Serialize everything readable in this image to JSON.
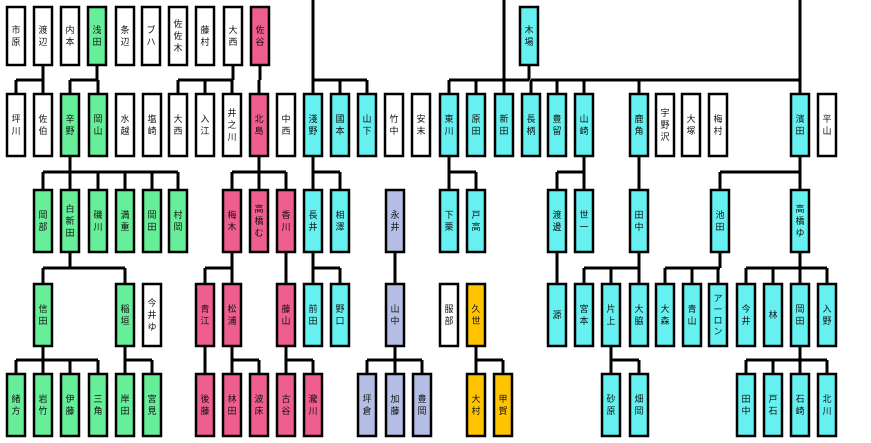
{
  "colors": {
    "white": "#ffffff",
    "green": "#66ee99",
    "pink": "#ee5e8e",
    "cyan": "#66f0f0",
    "lavender": "#b4bee4",
    "orange": "#ffc400",
    "line": "#000000"
  },
  "nodes": [
    {
      "id": "r0_0",
      "label": "市原",
      "color": "white"
    },
    {
      "id": "r0_1",
      "label": "渡辺",
      "color": "white"
    },
    {
      "id": "r0_2",
      "label": "内本",
      "color": "white"
    },
    {
      "id": "r0_3",
      "label": "浅田",
      "color": "green"
    },
    {
      "id": "r0_4",
      "label": "条辺",
      "color": "white"
    },
    {
      "id": "r0_5",
      "label": "ブハ",
      "color": "white"
    },
    {
      "id": "r0_6",
      "label": "佐佐木",
      "color": "white"
    },
    {
      "id": "r0_7",
      "label": "藤村",
      "color": "white"
    },
    {
      "id": "r0_8",
      "label": "大西",
      "color": "white"
    },
    {
      "id": "r0_9",
      "label": "佐谷",
      "color": "pink"
    },
    {
      "id": "r0_10",
      "label": "木場",
      "color": "cyan"
    },
    {
      "id": "r1_0",
      "label": "坪川",
      "color": "white"
    },
    {
      "id": "r1_1",
      "label": "佐伯",
      "color": "white"
    },
    {
      "id": "r1_2",
      "label": "辛野",
      "color": "green"
    },
    {
      "id": "r1_3",
      "label": "岡山",
      "color": "green"
    },
    {
      "id": "r1_4",
      "label": "水越",
      "color": "white"
    },
    {
      "id": "r1_5",
      "label": "塩崎",
      "color": "white"
    },
    {
      "id": "r1_6",
      "label": "大西",
      "color": "white"
    },
    {
      "id": "r1_7",
      "label": "入江",
      "color": "white"
    },
    {
      "id": "r1_8",
      "label": "井之川",
      "color": "white"
    },
    {
      "id": "r1_9",
      "label": "北島",
      "color": "pink"
    },
    {
      "id": "r1_10",
      "label": "中西",
      "color": "white"
    },
    {
      "id": "r1_11",
      "label": "淺野",
      "color": "cyan"
    },
    {
      "id": "r1_12",
      "label": "國本",
      "color": "cyan"
    },
    {
      "id": "r1_13",
      "label": "山下",
      "color": "cyan"
    },
    {
      "id": "r1_14",
      "label": "竹中",
      "color": "white"
    },
    {
      "id": "r1_15",
      "label": "安末",
      "color": "white"
    },
    {
      "id": "r1_16",
      "label": "東川",
      "color": "cyan"
    },
    {
      "id": "r1_17",
      "label": "原田",
      "color": "cyan"
    },
    {
      "id": "r1_18",
      "label": "新田",
      "color": "cyan"
    },
    {
      "id": "r1_19",
      "label": "長柄",
      "color": "cyan"
    },
    {
      "id": "r1_20",
      "label": "豊留",
      "color": "cyan"
    },
    {
      "id": "r1_21",
      "label": "山崎",
      "color": "cyan"
    },
    {
      "id": "r1_22",
      "label": "鹿角",
      "color": "cyan"
    },
    {
      "id": "r1_23",
      "label": "宇野沢",
      "color": "white"
    },
    {
      "id": "r1_24",
      "label": "大塚",
      "color": "white"
    },
    {
      "id": "r1_25",
      "label": "梅村",
      "color": "white"
    },
    {
      "id": "r1_26",
      "label": "濱田",
      "color": "cyan"
    },
    {
      "id": "r1_27",
      "label": "平山",
      "color": "white"
    },
    {
      "id": "r2_0",
      "label": "岡部",
      "color": "green"
    },
    {
      "id": "r2_1",
      "label": "白新田",
      "color": "green"
    },
    {
      "id": "r2_2",
      "label": "磯川",
      "color": "green"
    },
    {
      "id": "r2_3",
      "label": "満重",
      "color": "green"
    },
    {
      "id": "r2_4",
      "label": "岡田",
      "color": "green"
    },
    {
      "id": "r2_5",
      "label": "村岡",
      "color": "green"
    },
    {
      "id": "r2_6",
      "label": "梅木",
      "color": "pink"
    },
    {
      "id": "r2_7",
      "label": "高橋む",
      "color": "pink"
    },
    {
      "id": "r2_8",
      "label": "香川",
      "color": "pink"
    },
    {
      "id": "r2_9",
      "label": "長井",
      "color": "cyan"
    },
    {
      "id": "r2_10",
      "label": "相澤",
      "color": "cyan"
    },
    {
      "id": "r2_11",
      "label": "永井",
      "color": "lavender"
    },
    {
      "id": "r2_12",
      "label": "下栗",
      "color": "cyan"
    },
    {
      "id": "r2_13",
      "label": "戸高",
      "color": "cyan"
    },
    {
      "id": "r2_14",
      "label": "渡邊",
      "color": "cyan"
    },
    {
      "id": "r2_15",
      "label": "世一",
      "color": "cyan"
    },
    {
      "id": "r2_16",
      "label": "田中",
      "color": "cyan"
    },
    {
      "id": "r2_17",
      "label": "池田",
      "color": "cyan"
    },
    {
      "id": "r2_18",
      "label": "高橋ゆ",
      "color": "cyan"
    },
    {
      "id": "r3_0",
      "label": "信田",
      "color": "green"
    },
    {
      "id": "r3_1",
      "label": "稲垣",
      "color": "green"
    },
    {
      "id": "r3_2",
      "label": "今井ゆ",
      "color": "white"
    },
    {
      "id": "r3_3",
      "label": "青江",
      "color": "pink"
    },
    {
      "id": "r3_4",
      "label": "松浦",
      "color": "pink"
    },
    {
      "id": "r3_5",
      "label": "藤山",
      "color": "pink"
    },
    {
      "id": "r3_6",
      "label": "前田",
      "color": "cyan"
    },
    {
      "id": "r3_7",
      "label": "野口",
      "color": "cyan"
    },
    {
      "id": "r3_8",
      "label": "山中",
      "color": "lavender"
    },
    {
      "id": "r3_9",
      "label": "服部",
      "color": "white"
    },
    {
      "id": "r3_10",
      "label": "久世",
      "color": "orange"
    },
    {
      "id": "r3_11",
      "label": "源",
      "color": "cyan"
    },
    {
      "id": "r3_12",
      "label": "宮本",
      "color": "cyan"
    },
    {
      "id": "r3_13",
      "label": "片上",
      "color": "cyan"
    },
    {
      "id": "r3_14",
      "label": "大脇",
      "color": "cyan"
    },
    {
      "id": "r3_15",
      "label": "大森",
      "color": "cyan"
    },
    {
      "id": "r3_16",
      "label": "青山",
      "color": "cyan"
    },
    {
      "id": "r3_17",
      "label": "アーロン",
      "color": "cyan"
    },
    {
      "id": "r3_18",
      "label": "今井",
      "color": "cyan"
    },
    {
      "id": "r3_19",
      "label": "林",
      "color": "cyan"
    },
    {
      "id": "r3_20",
      "label": "岡田",
      "color": "cyan"
    },
    {
      "id": "r3_21",
      "label": "入野",
      "color": "cyan"
    },
    {
      "id": "r4_0",
      "label": "緒方",
      "color": "green"
    },
    {
      "id": "r4_1",
      "label": "岩竹",
      "color": "green"
    },
    {
      "id": "r4_2",
      "label": "伊藤",
      "color": "green"
    },
    {
      "id": "r4_3",
      "label": "三角",
      "color": "green"
    },
    {
      "id": "r4_4",
      "label": "岸田",
      "color": "green"
    },
    {
      "id": "r4_5",
      "label": "宮見",
      "color": "green"
    },
    {
      "id": "r4_6",
      "label": "後藤",
      "color": "pink"
    },
    {
      "id": "r4_7",
      "label": "林田",
      "color": "pink"
    },
    {
      "id": "r4_8",
      "label": "波床",
      "color": "pink"
    },
    {
      "id": "r4_9",
      "label": "古谷",
      "color": "pink"
    },
    {
      "id": "r4_10",
      "label": "瀧川",
      "color": "pink"
    },
    {
      "id": "r4_11",
      "label": "坪倉",
      "color": "lavender"
    },
    {
      "id": "r4_12",
      "label": "加藤",
      "color": "lavender"
    },
    {
      "id": "r4_13",
      "label": "豊岡",
      "color": "lavender"
    },
    {
      "id": "r4_14",
      "label": "大村",
      "color": "orange"
    },
    {
      "id": "r4_15",
      "label": "甲賀",
      "color": "orange"
    },
    {
      "id": "r4_16",
      "label": "砂原",
      "color": "cyan"
    },
    {
      "id": "r4_17",
      "label": "畑岡",
      "color": "cyan"
    },
    {
      "id": "r4_18",
      "label": "田中",
      "color": "cyan"
    },
    {
      "id": "r4_19",
      "label": "戸石",
      "color": "cyan"
    },
    {
      "id": "r4_20",
      "label": "石崎",
      "color": "cyan"
    },
    {
      "id": "r4_21",
      "label": "北川",
      "color": "cyan"
    }
  ]
}
